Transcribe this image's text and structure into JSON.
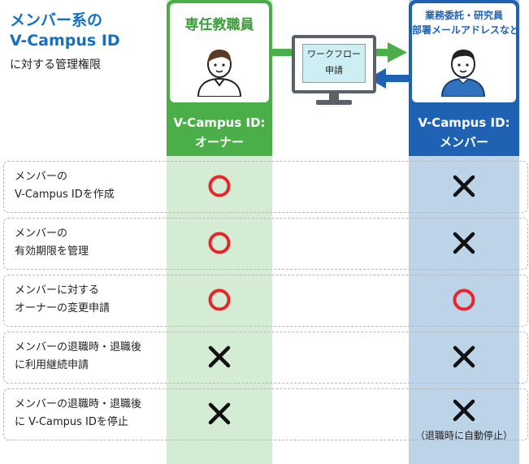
{
  "heading": {
    "line1": "メンバー系の",
    "line2": "V-Campus ID",
    "line3": "に対する管理権限"
  },
  "roles": {
    "owner_role": "専任教職員",
    "member_role_line1": "業務委託・研究員",
    "member_role_line2": "部署メールアドレスなど"
  },
  "columns": {
    "owner_label_line1": "V-Campus ID:",
    "owner_label_line2": "オーナー",
    "member_label_line1": "V-Campus ID:",
    "member_label_line2": "メンバー"
  },
  "workflow": {
    "line1": "ワークフロー",
    "line2": "申請"
  },
  "rows": [
    {
      "line1": "メンバーの",
      "line2": "V-Campus IDを作成",
      "owner": "circle",
      "member": "cross"
    },
    {
      "line1": "メンバーの",
      "line2": "有効期限を管理",
      "owner": "circle",
      "member": "cross"
    },
    {
      "line1": "メンバーに対する",
      "line2": "オーナーの変更申請",
      "owner": "circle",
      "member": "circle"
    },
    {
      "line1": "メンバーの退職時・退職後",
      "line2": "に利用継続申請",
      "owner": "cross",
      "member": "cross"
    },
    {
      "line1": "メンバーの退職時・退職後",
      "line2": "に V-Campus IDを停止",
      "owner": "cross",
      "member": "cross"
    }
  ],
  "note": "（退職時に自動停止）",
  "colors": {
    "owner_green": "#4aaf48",
    "member_blue": "#1f62b4",
    "owner_cell": "#d4ecd3",
    "member_cell": "#bcd3e8",
    "circle_red": "#e8252c",
    "cross_black": "#111111",
    "heading_blue": "#1570c4"
  }
}
